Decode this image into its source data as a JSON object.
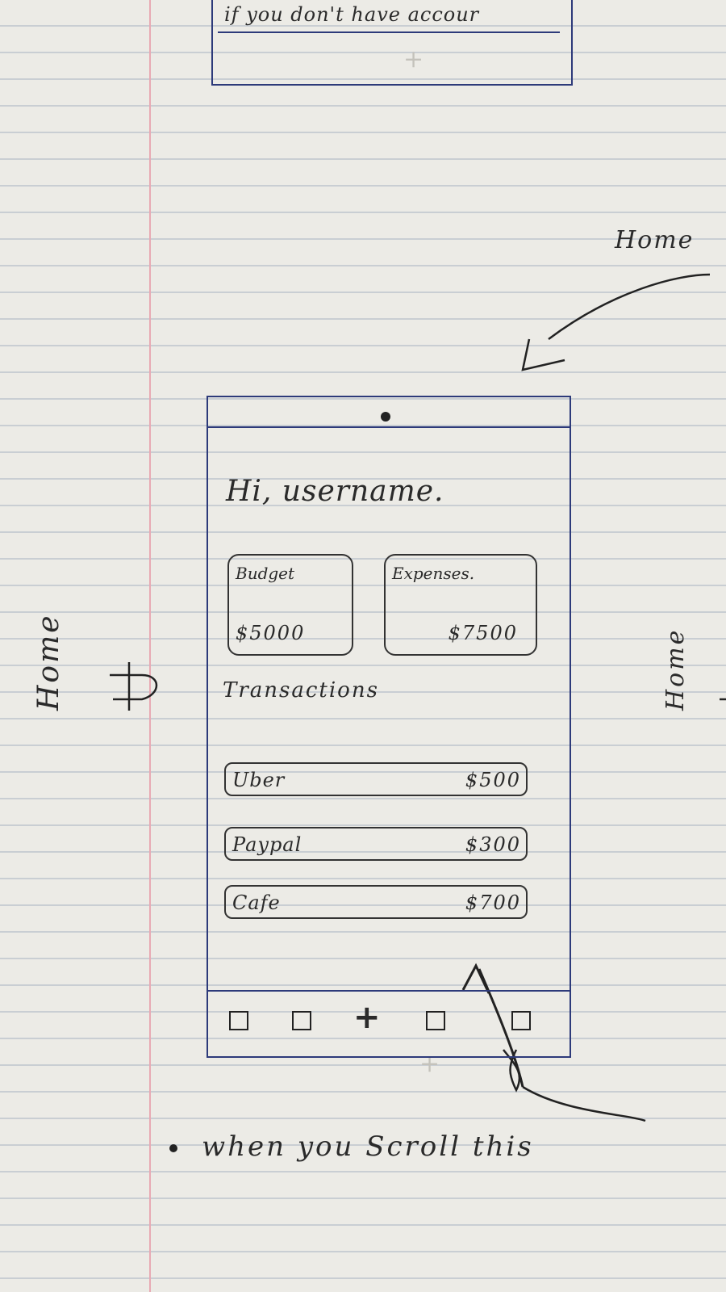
{
  "previous_screen": {
    "note_text": "if you don't have accour"
  },
  "annotations": {
    "home_top_right": "Home",
    "home_left": "Home",
    "home_right": "Home",
    "bottom_note": "when you Scroll this"
  },
  "phone": {
    "greeting": "Hi, username.",
    "cards": [
      {
        "label": "Budget",
        "value": "$5000"
      },
      {
        "label": "Expenses.",
        "value": "$7500"
      }
    ],
    "section_title": "Transactions",
    "transactions": [
      {
        "name": "Uber",
        "amount": "$500"
      },
      {
        "name": "Paypal",
        "amount": "$300"
      },
      {
        "name": "Cafe",
        "amount": "$700"
      }
    ],
    "nav": {
      "items": [
        "square-icon",
        "square-icon",
        "plus-icon",
        "square-icon",
        "square-icon"
      ]
    }
  },
  "colors": {
    "paper": "#ecebe6",
    "ruled_line": "#c9ced3",
    "margin_line": "#e8aab4",
    "ink_blue": "#2d3a7a",
    "pencil": "#333333"
  }
}
